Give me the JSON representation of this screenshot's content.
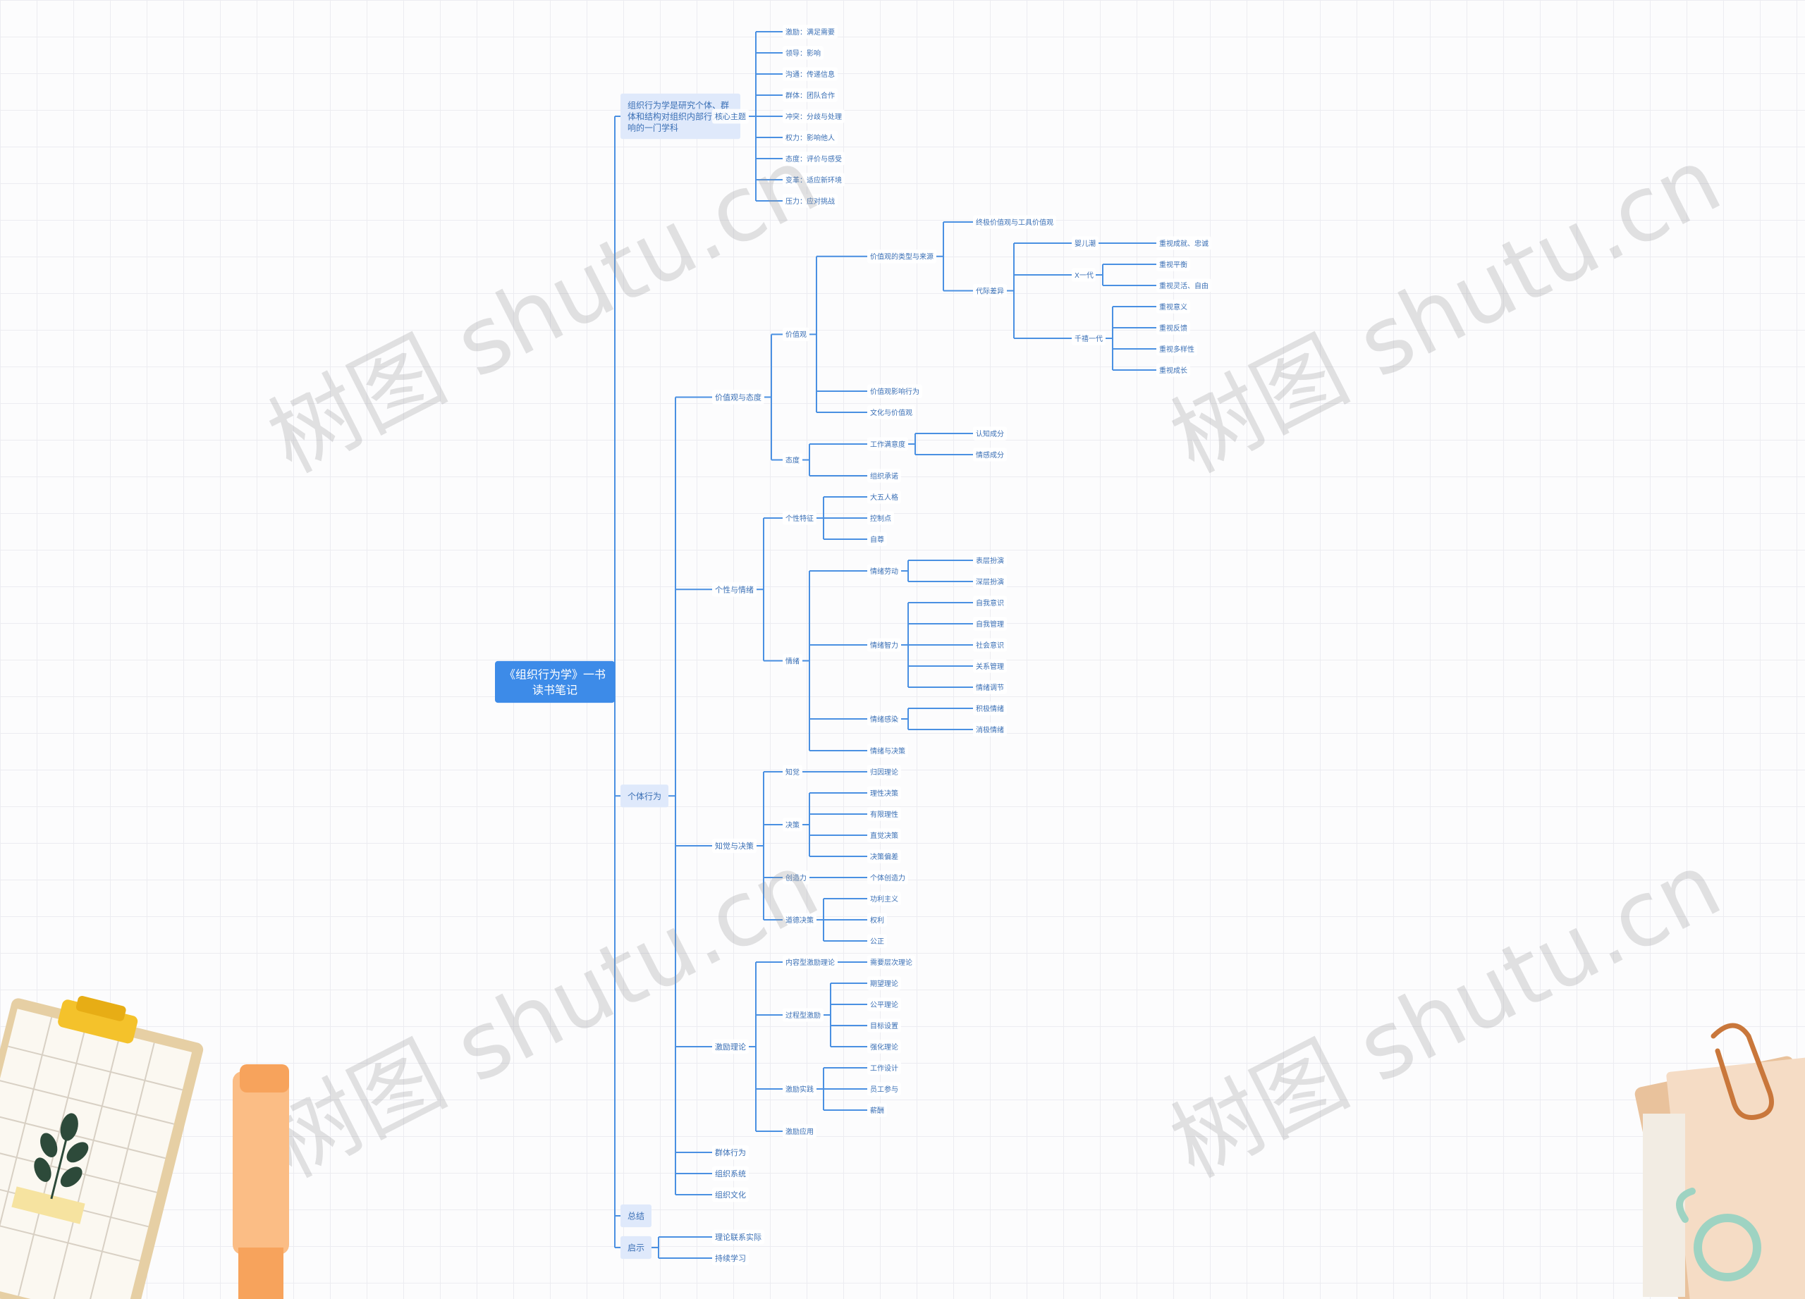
{
  "watermark": "树图 shutu.cn",
  "root": {
    "label": "《组织行为学》一书读书笔记",
    "children": [
      {
        "label": "组织行为学是研究个体、群体和结构对组织内部行为影响的一门学科",
        "children": [
          {
            "label": "核心主题",
            "children": [
              {
                "label": "激励：满足需要"
              },
              {
                "label": "领导：影响"
              },
              {
                "label": "沟通：传递信息"
              },
              {
                "label": "群体：团队合作"
              },
              {
                "label": "冲突：分歧与处理"
              },
              {
                "label": "权力：影响他人"
              },
              {
                "label": "态度：评价与感受"
              },
              {
                "label": "变革：适应新环境"
              },
              {
                "label": "压力：应对挑战"
              }
            ]
          }
        ]
      },
      {
        "label": "个体行为",
        "children": [
          {
            "label": "价值观与态度",
            "children": [
              {
                "label": "价值观",
                "children": [
                  {
                    "label": "价值观的类型与来源",
                    "children": [
                      {
                        "label": "终极价值观与工具价值观"
                      },
                      {
                        "label": "代际差异",
                        "children": [
                          {
                            "label": "婴儿潮",
                            "children": [
                              {
                                "label": "重视成就、忠诚"
                              }
                            ]
                          },
                          {
                            "label": "X一代",
                            "children": [
                              {
                                "label": "重视平衡"
                              },
                              {
                                "label": "重视灵活、自由"
                              }
                            ]
                          },
                          {
                            "label": "千禧一代",
                            "children": [
                              {
                                "label": "重视意义"
                              },
                              {
                                "label": "重视反馈"
                              },
                              {
                                "label": "重视多样性"
                              },
                              {
                                "label": "重视成长"
                              }
                            ]
                          }
                        ]
                      }
                    ]
                  },
                  {
                    "label": "价值观影响行为"
                  },
                  {
                    "label": "文化与价值观"
                  }
                ]
              },
              {
                "label": "态度",
                "children": [
                  {
                    "label": "工作满意度",
                    "children": [
                      {
                        "label": "认知成分"
                      },
                      {
                        "label": "情感成分"
                      }
                    ]
                  },
                  {
                    "label": "组织承诺"
                  }
                ]
              }
            ]
          },
          {
            "label": "个性与情绪",
            "children": [
              {
                "label": "个性特征",
                "children": [
                  {
                    "label": "大五人格"
                  },
                  {
                    "label": "控制点"
                  },
                  {
                    "label": "自尊"
                  }
                ]
              },
              {
                "label": "情绪",
                "children": [
                  {
                    "label": "情绪劳动",
                    "children": [
                      {
                        "label": "表层扮演"
                      },
                      {
                        "label": "深层扮演"
                      }
                    ]
                  },
                  {
                    "label": "情绪智力",
                    "children": [
                      {
                        "label": "自我意识"
                      },
                      {
                        "label": "自我管理"
                      },
                      {
                        "label": "社会意识"
                      },
                      {
                        "label": "关系管理"
                      },
                      {
                        "label": "情绪调节"
                      }
                    ]
                  },
                  {
                    "label": "情绪感染",
                    "children": [
                      {
                        "label": "积极情绪"
                      },
                      {
                        "label": "消极情绪"
                      }
                    ]
                  },
                  {
                    "label": "情绪与决策"
                  }
                ]
              }
            ]
          },
          {
            "label": "知觉与决策",
            "children": [
              {
                "label": "知觉",
                "children": [
                  {
                    "label": "归因理论"
                  }
                ]
              },
              {
                "label": "决策",
                "children": [
                  {
                    "label": "理性决策"
                  },
                  {
                    "label": "有限理性"
                  },
                  {
                    "label": "直觉决策"
                  },
                  {
                    "label": "决策偏差"
                  }
                ]
              },
              {
                "label": "创造力",
                "children": [
                  {
                    "label": "个体创造力"
                  }
                ]
              },
              {
                "label": "道德决策",
                "children": [
                  {
                    "label": "功利主义"
                  },
                  {
                    "label": "权利"
                  },
                  {
                    "label": "公正"
                  }
                ]
              }
            ]
          },
          {
            "label": "激励理论",
            "children": [
              {
                "label": "内容型激励理论",
                "children": [
                  {
                    "label": "需要层次理论"
                  }
                ]
              },
              {
                "label": "过程型激励",
                "children": [
                  {
                    "label": "期望理论"
                  },
                  {
                    "label": "公平理论"
                  },
                  {
                    "label": "目标设置"
                  },
                  {
                    "label": "强化理论"
                  }
                ]
              },
              {
                "label": "激励实践",
                "children": [
                  {
                    "label": "工作设计"
                  },
                  {
                    "label": "员工参与"
                  },
                  {
                    "label": "薪酬"
                  }
                ]
              },
              {
                "label": "激励应用"
              }
            ]
          },
          {
            "label": "群体行为"
          },
          {
            "label": "组织系统"
          },
          {
            "label": "组织文化"
          }
        ]
      },
      {
        "label": "总结"
      },
      {
        "label": "启示",
        "children": [
          {
            "label": "理论联系实际"
          },
          {
            "label": "持续学习"
          }
        ]
      }
    ]
  }
}
